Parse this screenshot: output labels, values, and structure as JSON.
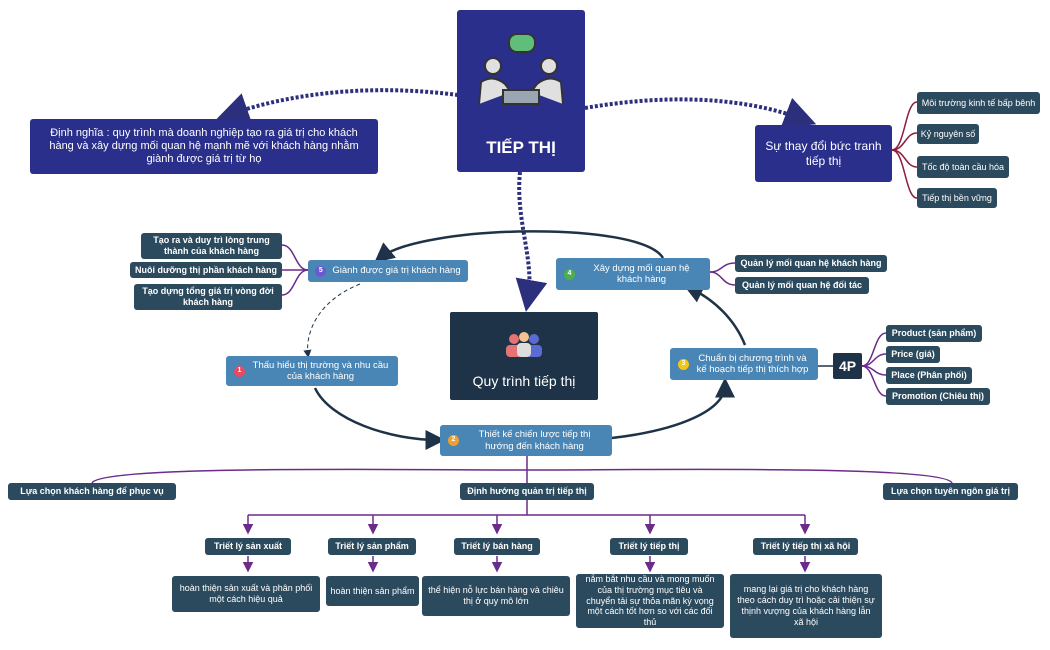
{
  "colors": {
    "navy": "#2a2f8c",
    "slate": "#2c4a5d",
    "blue": "#4a86b5",
    "dark": "#1e3347",
    "wire": "#2c2f7c",
    "purple": "#6a2b8a"
  },
  "center": {
    "title": "TIẾP THỊ",
    "icon": "meeting-people-icon"
  },
  "definition": "Định nghĩa : quy trình mà doanh nghiệp tạo ra giá trị cho khách hàng và xây dựng mối quan hệ mạnh mẽ với khách hàng nhằm giành được giá trị từ họ",
  "landscape": {
    "title": "Sự thay đổi bức tranh tiếp thị",
    "items": [
      "Môi trường kinh tế bấp bênh",
      "Kỷ nguyên số",
      "Tốc độ toàn cầu hóa",
      "Tiếp thị bền vững"
    ]
  },
  "process": {
    "title": "Quy trình tiếp thị",
    "icon": "team-icon"
  },
  "steps": {
    "s1": {
      "num": "1",
      "label": "Thấu hiểu thị trường và nhu cầu của khách hàng",
      "color": "#e84a5f"
    },
    "s2": {
      "num": "2",
      "label": "Thiết kế chiến lược tiếp thị hướng đến khách hàng",
      "color": "#f0a030"
    },
    "s3": {
      "num": "3",
      "label": "Chuẩn bị chương trình và kế hoạch tiếp thị thích hợp",
      "color": "#f5c518"
    },
    "s4": {
      "num": "4",
      "label": "Xây dựng mối quan hệ khách hàng",
      "color": "#4caf50"
    },
    "s5": {
      "num": "5",
      "label": "Giành được giá trị khách hàng",
      "color": "#6a5acd"
    }
  },
  "capture": [
    "Tạo ra và duy trì lòng trung thành của khách hàng",
    "Nuôi dưỡng thị phần khách hàng",
    "Tạo dựng tổng giá trị vòng đời khách hàng"
  ],
  "relations": [
    "Quản lý mối quan hệ khách hàng",
    "Quản lý mối quan hệ đối tác"
  ],
  "mix": {
    "label": "4P",
    "items": [
      "Product (sản phẩm)",
      "Price (giá)",
      "Place (Phân phối)",
      "Promotion (Chiêu thị)"
    ]
  },
  "strategy": {
    "left": "Lựa chọn khách hàng để phục vụ",
    "middle": "Định hướng quản trị tiếp thị",
    "right": "Lựa chọn tuyên ngôn giá trị"
  },
  "philosophies": [
    {
      "name": "Triết lý sản xuất",
      "desc": "hoàn thiện sản xuất và phân phối một cách hiệu quả"
    },
    {
      "name": "Triết lý sản phẩm",
      "desc": "hoàn thiện sản phẩm"
    },
    {
      "name": "Triết lý bán hàng",
      "desc": "thể hiện nỗ lực bán hàng và chiêu thị ở quy mô lớn"
    },
    {
      "name": "Triết lý tiếp thị",
      "desc": "nắm bắt nhu cầu và mong muốn của thị trường mục tiêu và chuyển tải sự thỏa mãn kỳ vọng một cách tốt hơn so với các đối thủ"
    },
    {
      "name": "Triết lý tiếp thị xã hội",
      "desc": "mang lại giá trị cho khách hàng theo cách duy trì hoặc cải thiện sự thịnh vượng của khách hàng lẫn xã hội"
    }
  ]
}
